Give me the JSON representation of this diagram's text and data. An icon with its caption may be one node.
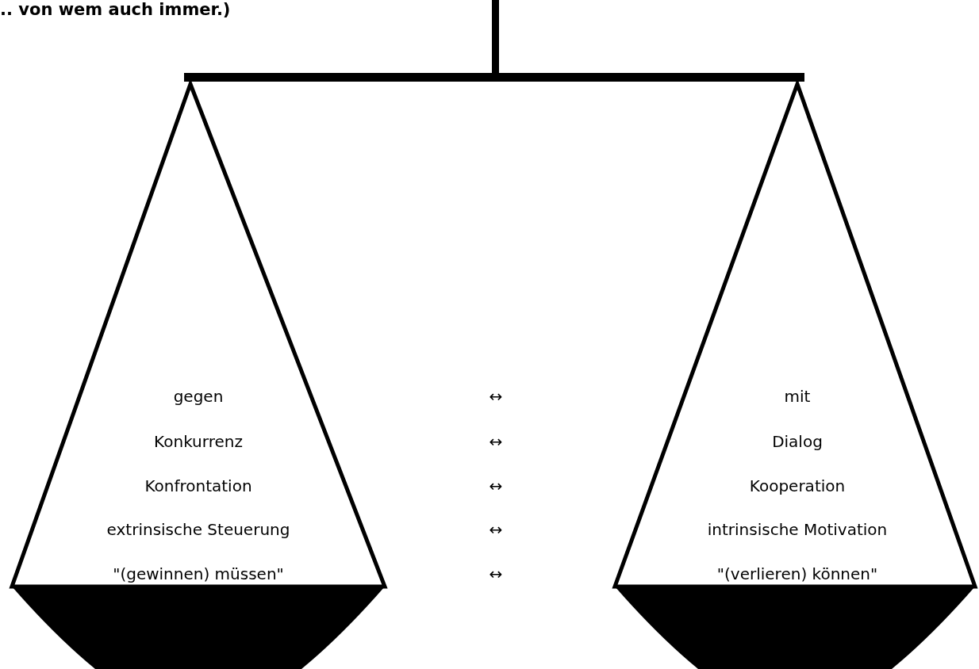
{
  "diagram": {
    "nodes": [
      {
        "text": [
          "gegen",
          "Konkurrenz",
          "Konfrontation",
          "extrinsische Steuerung",
          "\"(gewinnen) müssen\""
        ]
      },
      {
        "text": [
          "mit",
          "Dialog",
          "Kooperation",
          "intrinsische Motivation",
          "\"(verlieren) können\""
        ]
      }
    ],
    "labels": [
      ".. von wem auch immer.)",
      "↔",
      "↔",
      "↔",
      "↔",
      "↔"
    ]
  }
}
